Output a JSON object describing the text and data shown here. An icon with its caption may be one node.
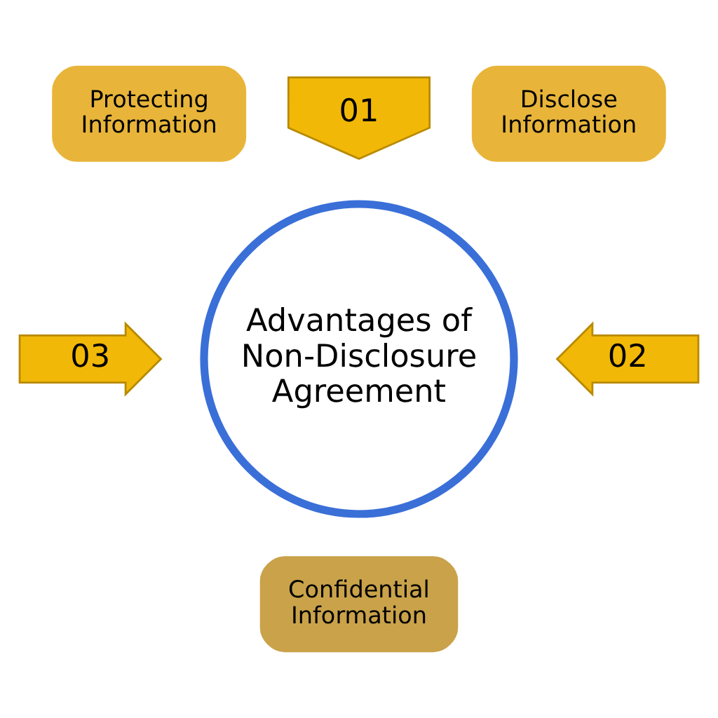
{
  "diagram": {
    "nodes": [
      {
        "text": [
          "Advantages of Non-Disclosure Agreement"
        ]
      },
      {
        "text": [
          "01"
        ]
      },
      {
        "text": [
          "Disclose Information"
        ]
      },
      {
        "text": [
          "02"
        ]
      },
      {
        "text": [
          "Confidential Information"
        ]
      },
      {
        "text": [
          "03"
        ]
      },
      {
        "text": [
          "Protecting Information"
        ]
      }
    ]
  }
}
